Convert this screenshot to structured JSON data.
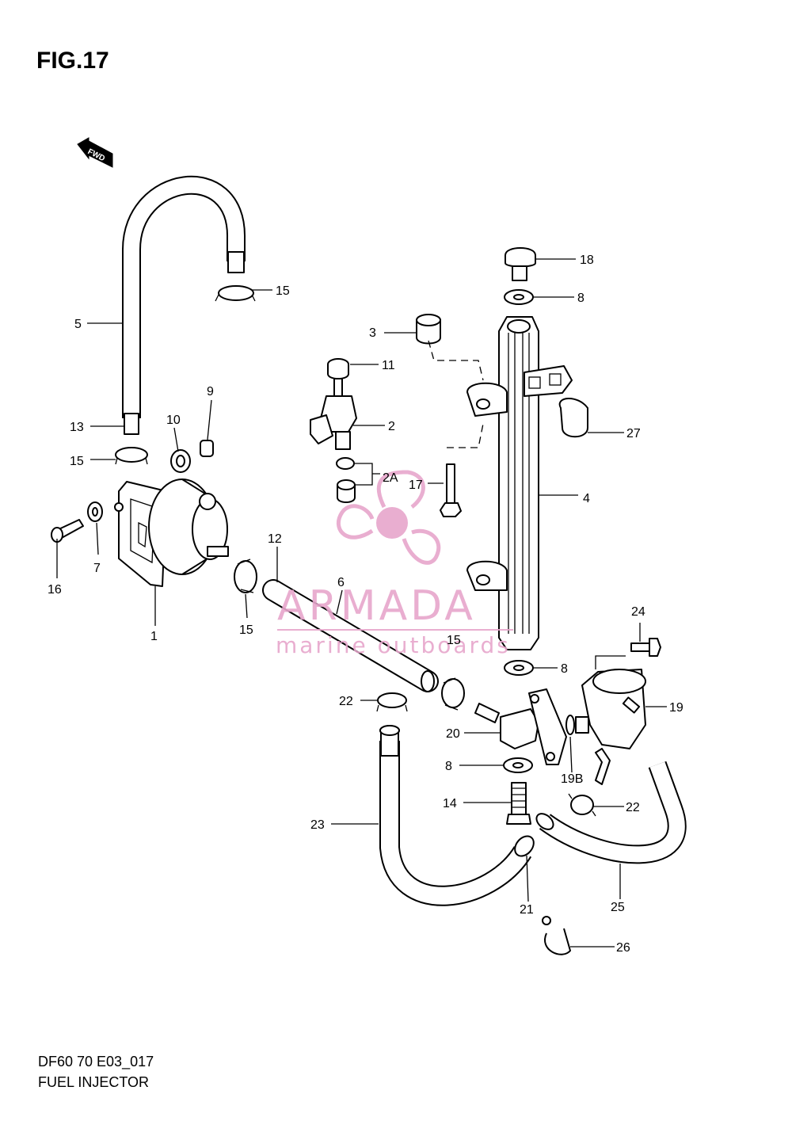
{
  "figure_title": "FIG.17",
  "fwd_label": "FWD",
  "model_code": "DF60 70 E03_017",
  "section_name": "FUEL INJECTOR",
  "watermark": {
    "brand": "ARMADA",
    "tagline": "marine outboards",
    "color": "#e7a6cc"
  },
  "callouts": {
    "c1": "1",
    "c2": "2",
    "c2a": "2A",
    "c3": "3",
    "c4": "4",
    "c5": "5",
    "c6": "6",
    "c7": "7",
    "c8a": "8",
    "c8b": "8",
    "c8c": "8",
    "c9": "9",
    "c10": "10",
    "c11": "11",
    "c12": "12",
    "c13": "13",
    "c14": "14",
    "c15a": "15",
    "c15b": "15",
    "c15c": "15",
    "c15d": "15",
    "c16": "16",
    "c17": "17",
    "c18": "18",
    "c19": "19",
    "c19b": "19B",
    "c20": "20",
    "c21": "21",
    "c22a": "22",
    "c22b": "22",
    "c23": "23",
    "c24": "24",
    "c25": "25",
    "c26": "26",
    "c27": "27"
  }
}
